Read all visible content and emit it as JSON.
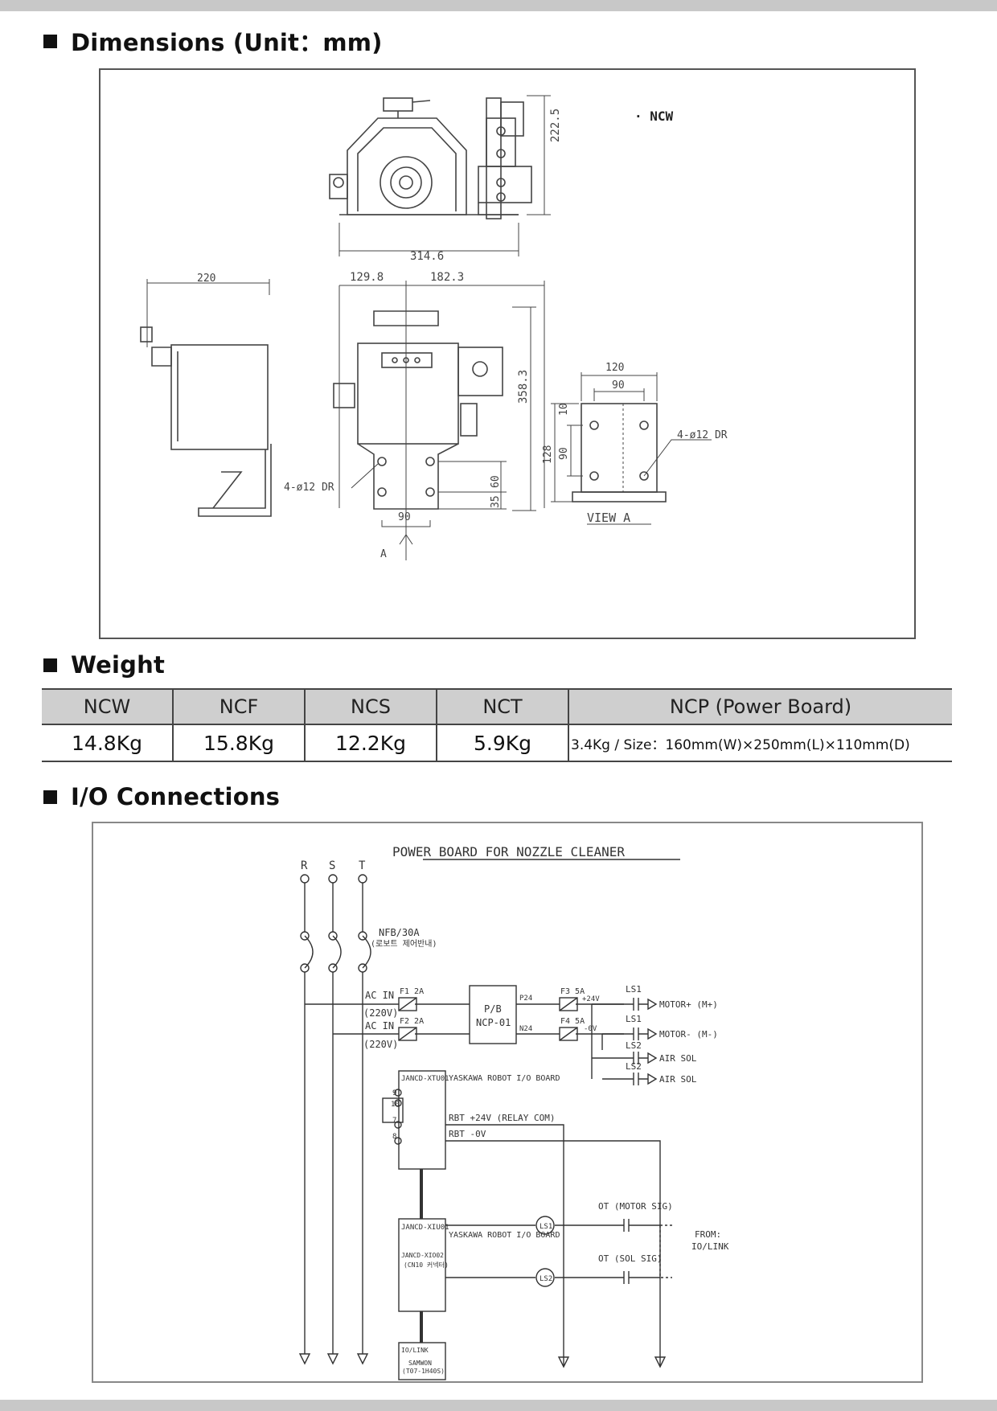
{
  "sections": {
    "dimensions": "Dimensions (Unit：mm)",
    "weight": "Weight",
    "io": "I/O Connections"
  },
  "drawing": {
    "model_label": "· NCW",
    "dims": {
      "d222_5": "222.5",
      "d314_6": "314.6",
      "d220": "220",
      "d129_8": "129.8",
      "d182_3": "182.3",
      "d358_3": "358.3",
      "d128": "128",
      "d90_side": "90",
      "d10": "10",
      "d60": "60",
      "d35": "35",
      "d90_bottom": "90",
      "d120": "120",
      "d90_top": "90",
      "hole_left": "4-ø12 DR",
      "hole_right": "4-ø12 DR",
      "view_a": "VIEW A",
      "a_label": "A"
    }
  },
  "weight_table": {
    "headers": [
      "NCW",
      "NCF",
      "NCS",
      "NCT",
      "NCP (Power Board)"
    ],
    "values": [
      "14.8Kg",
      "15.8Kg",
      "12.2Kg",
      "5.9Kg",
      "3.4Kg / Size：160mm(W)×250mm(L)×110mm(D)"
    ]
  },
  "schematic": {
    "title": "POWER BOARD FOR NOZZLE CLEANER",
    "phases": [
      "R",
      "S",
      "T"
    ],
    "nfb": "NFB/30A",
    "nfb_note": "(로보트 제어반내)",
    "ac_in_1": "AC IN",
    "v220_1": "(220V)",
    "ac_in_2": "AC IN",
    "v220_2": "(220V)",
    "f1": "F1 2A",
    "f2": "F2 2A",
    "f3": "F3 5A",
    "f4": "F4 5A",
    "pb": "P/B",
    "ncp01": "NCP-01",
    "p24": "P24",
    "n24": "N24",
    "plus24": "+24V",
    "minus0": "-0V",
    "ls1a": "LS1",
    "ls1b": "LS1",
    "ls2a": "LS2",
    "ls2b": "LS2",
    "motor_p": "MOTOR+ (M+)",
    "motor_m": "MOTOR- (M-)",
    "air1": "AIR SOL",
    "air2": "AIR SOL",
    "janco_xt": "JANCD-XTU01",
    "yaskawa1": "YASKAWA ROBOT I/O BOARD",
    "p9": "9",
    "p10": "10",
    "p7": "7",
    "p8": "8",
    "rbt24": "RBT +24V (RELAY COM)",
    "rbt0": "RBT -0V",
    "janco_xi": "JANCD-XIU01",
    "yaskawa2": "YASKAWA ROBOT I/O BOARD",
    "janco_xi2": "JANCD-XIO02",
    "cn10": "(CN10 커넥터)",
    "ot_motor": "OT (MOTOR SIG)",
    "ot_sol": "OT (SOL SIG)",
    "from": "FROM:",
    "iolink": "IO/LINK",
    "ls1_circle": "LS1",
    "ls2_circle": "LS2",
    "io_link_box": "IO/LINK",
    "samwon": "SAMWON",
    "t07": "(T07-1H40S)"
  }
}
